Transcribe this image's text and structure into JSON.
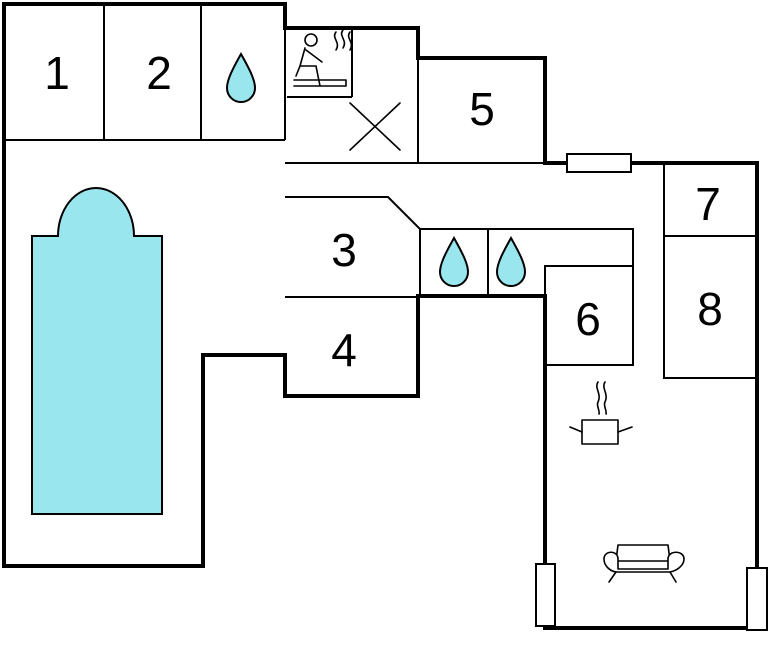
{
  "rooms": [
    {
      "id": "room-1",
      "label": "1"
    },
    {
      "id": "room-2",
      "label": "2"
    },
    {
      "id": "room-3",
      "label": "3"
    },
    {
      "id": "room-4",
      "label": "4"
    },
    {
      "id": "room-5",
      "label": "5"
    },
    {
      "id": "room-6",
      "label": "6"
    },
    {
      "id": "room-7",
      "label": "7"
    },
    {
      "id": "room-8",
      "label": "8"
    }
  ],
  "colors": {
    "pool": "#99e6ee",
    "water": "#99e6ee",
    "wall": "#000000",
    "background": "#ffffff"
  },
  "icons": [
    "water-drop-icon",
    "sauna-icon",
    "cooking-pot-icon",
    "sofa-icon",
    "pool-icon"
  ]
}
